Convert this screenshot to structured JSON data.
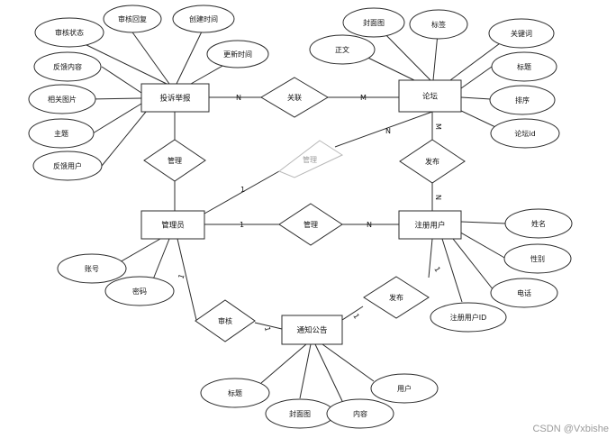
{
  "entities": {
    "complaint": "投诉举报",
    "forum": "论坛",
    "admin": "管理员",
    "user": "注册用户",
    "notice": "通知公告"
  },
  "relationships": {
    "related": "关联",
    "manage_complaint": "管理",
    "manage_forum": "管理",
    "manage_user": "管理",
    "publish_forum": "发布",
    "review_notice": "审核",
    "publish_notice": "发布"
  },
  "attributes": {
    "complaint": [
      "审核状态",
      "审核回复",
      "创建时间",
      "更新时间",
      "反馈内容",
      "相关图片",
      "主题",
      "反馈用户"
    ],
    "forum": [
      "封面图",
      "标签",
      "关键词",
      "正文",
      "标题",
      "排序",
      "论坛id"
    ],
    "admin": [
      "账号",
      "密码"
    ],
    "user": [
      "姓名",
      "性别",
      "电话",
      "注册用户ID"
    ],
    "notice": [
      "标题",
      "封面图",
      "内容",
      "用户"
    ]
  },
  "cardinality": {
    "complaint_related": "N",
    "forum_related": "M",
    "admin_manage_forum": "1",
    "forum_manage_admin": "N",
    "forum_publish": "M",
    "user_publish_forum": "N",
    "admin_manage_user": "1",
    "user_manage": "N",
    "admin_review": "1",
    "notice_review": "1",
    "notice_publish": "1",
    "user_publish_notice": "1"
  },
  "watermark": "CSDN @Vxbishe"
}
